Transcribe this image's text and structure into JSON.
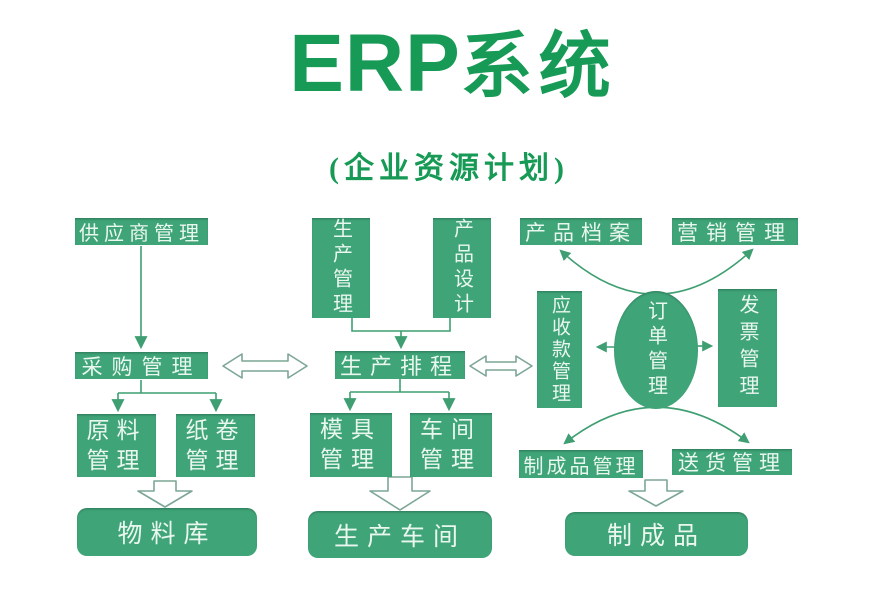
{
  "title": {
    "latin": "ERP",
    "cjk": "系统",
    "subtitle": "(企业资源计划)"
  },
  "colors": {
    "title_green": "#169a56",
    "box_green": "#3fa478",
    "box_text": "#eaf7ef",
    "arrow_green": "#3f9f72",
    "outline": "#7da695",
    "background": "#ffffff"
  },
  "nodes": {
    "supplier": "供应商管理",
    "production": "生产管理",
    "design": "产品设计",
    "archive": "产品档案",
    "marketing": "营销管理",
    "purchasing": "采购管理",
    "scheduling": "生产排程",
    "receivables": "应收款管理",
    "order": "订单管理",
    "invoice": "发票管理",
    "raw_material": "原料管理",
    "paper_roll": "纸卷管理",
    "mold": "模具管理",
    "workshop": "车间管理",
    "finished_mgmt": "制成品管理",
    "delivery": "送货管理",
    "material_store": "物料库",
    "prod_workshop": "生产车间",
    "finished": "制成品"
  },
  "edges": [
    {
      "from": "供应商管理",
      "to": "采购管理",
      "style": "arrow-down"
    },
    {
      "from": "生产管理",
      "to": "生产排程",
      "style": "merge-arrow"
    },
    {
      "from": "产品设计",
      "to": "生产排程",
      "style": "merge-arrow"
    },
    {
      "from": "采购管理",
      "to": "生产排程",
      "style": "double-block-arrow"
    },
    {
      "from": "生产排程",
      "to": "应收款管理",
      "style": "double-block-arrow"
    },
    {
      "from": "订单管理",
      "to": "产品档案",
      "style": "curved-arrow"
    },
    {
      "from": "订单管理",
      "to": "营销管理",
      "style": "curved-arrow"
    },
    {
      "from": "订单管理",
      "to": "应收款管理",
      "style": "arrow-left"
    },
    {
      "from": "订单管理",
      "to": "发票管理",
      "style": "arrow-right"
    },
    {
      "from": "订单管理",
      "to": "制成品管理",
      "style": "curved-arrow"
    },
    {
      "from": "订单管理",
      "to": "送货管理",
      "style": "curved-arrow"
    },
    {
      "from": "采购管理",
      "to": "原料管理",
      "style": "split-arrow"
    },
    {
      "from": "采购管理",
      "to": "纸卷管理",
      "style": "split-arrow"
    },
    {
      "from": "生产排程",
      "to": "模具管理",
      "style": "split-arrow"
    },
    {
      "from": "生产排程",
      "to": "车间管理",
      "style": "split-arrow"
    },
    {
      "from": "原料管理/纸卷管理",
      "to": "物料库",
      "style": "hollow-block-arrow"
    },
    {
      "from": "模具管理/车间管理",
      "to": "生产车间",
      "style": "hollow-block-arrow"
    },
    {
      "from": "制成品管理/送货管理",
      "to": "制成品",
      "style": "hollow-block-arrow"
    }
  ]
}
